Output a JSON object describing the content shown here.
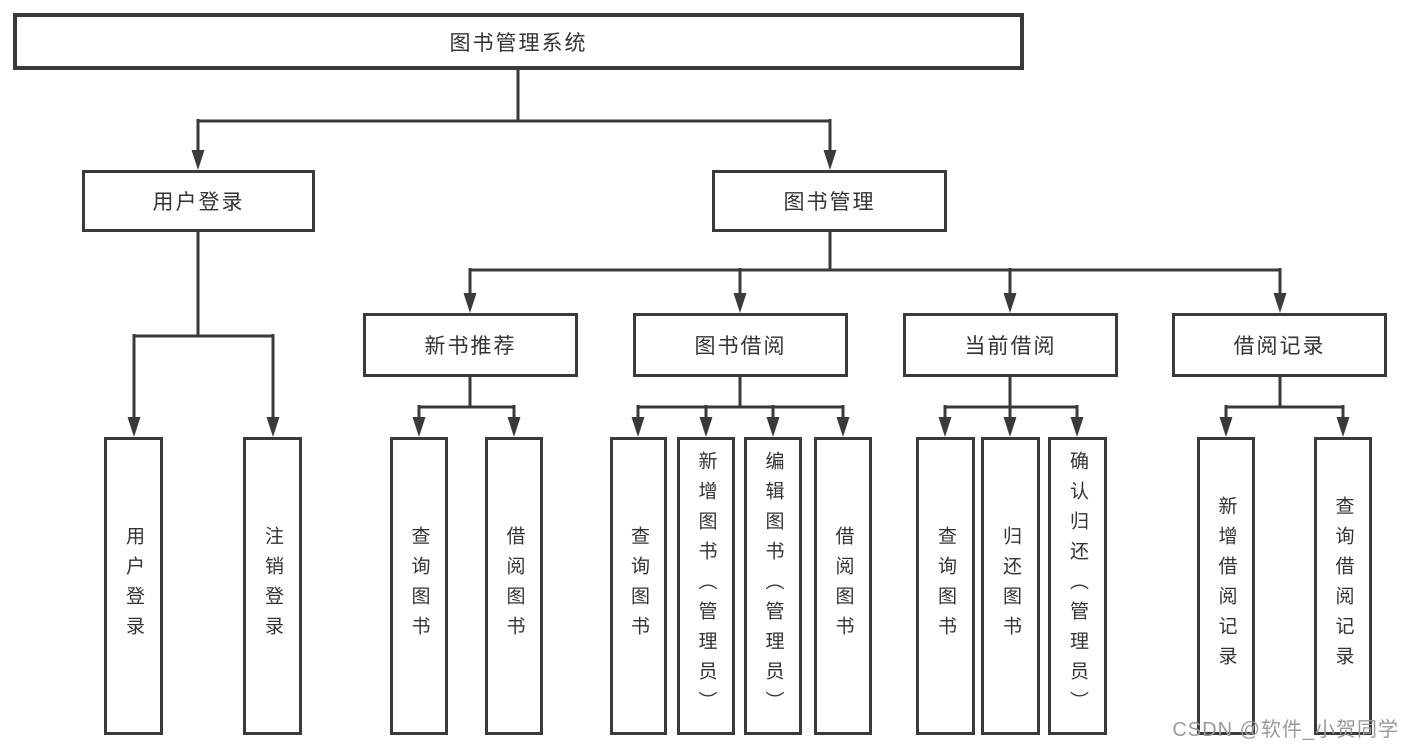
{
  "tree": {
    "root": "图书管理系统",
    "l2": [
      "用户登录",
      "图书管理"
    ],
    "l3": [
      "新书推荐",
      "图书借阅",
      "当前借阅",
      "借阅记录"
    ],
    "leaves": {
      "g1": [
        "用户登录",
        "注销登录"
      ],
      "g2": [
        "查询图书",
        "借阅图书"
      ],
      "g3": [
        "查询图书",
        "新增图书（管理员）",
        "编辑图书（管理员）",
        "借阅图书"
      ],
      "g4": [
        "查询图书",
        "归还图书",
        "确认归还（管理员）"
      ],
      "g5": [
        "新增借阅记录",
        "查询借阅记录"
      ]
    }
  },
  "watermark": "CSDN @软件_小贺同学",
  "colors": {
    "line": "#3a3a3a",
    "box_border": "#3a3a3a",
    "box_fill": "#ffffff",
    "text": "#333333",
    "watermark": "#9a9a9a",
    "background": "#ffffff"
  }
}
